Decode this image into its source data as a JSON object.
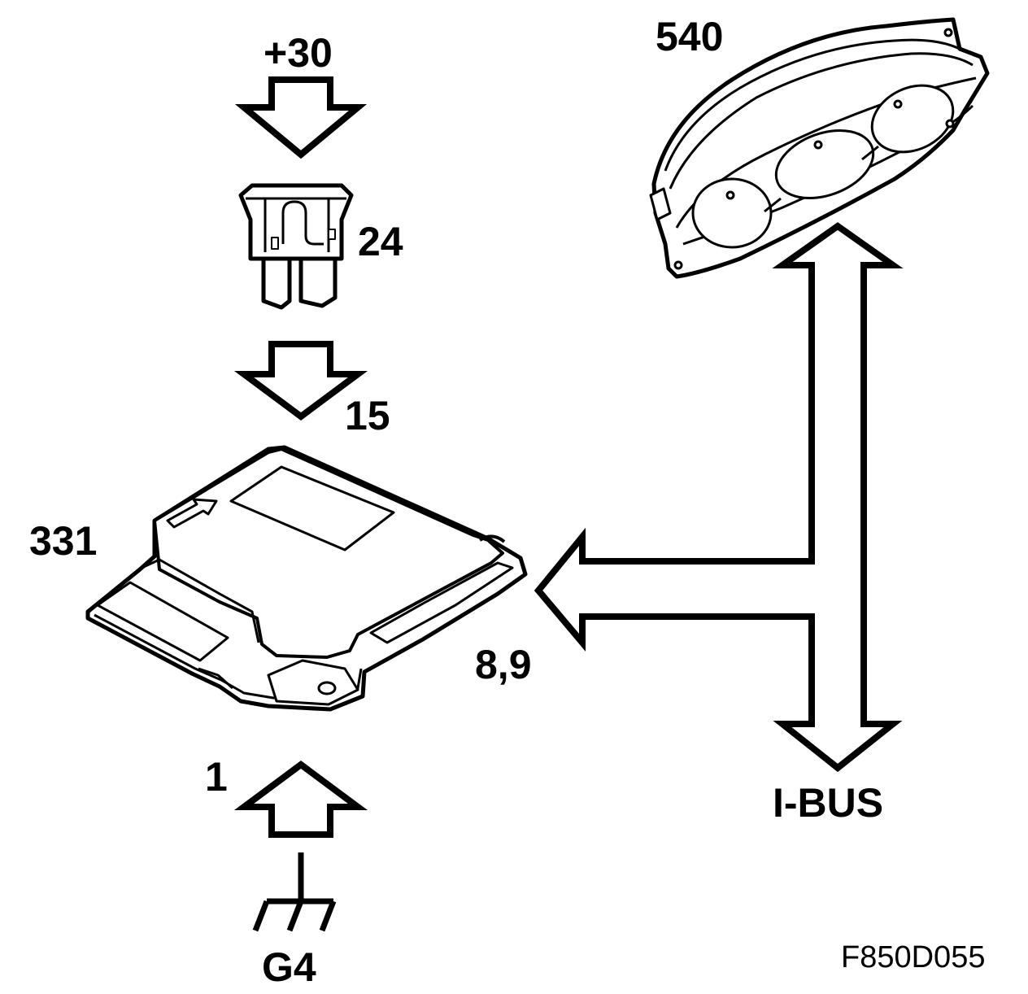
{
  "labels": {
    "supply": "+30",
    "fuse": "24",
    "fuse_output": "15",
    "control_module": "331",
    "bus_pins": "8,9",
    "ground_pin": "1",
    "ground_point": "G4",
    "instrument_cluster": "540",
    "bus": "I-BUS"
  },
  "figure_code": "F850D055",
  "components": {
    "fuse_icon": "blade-fuse-icon",
    "module_icon": "control-module-icon",
    "cluster_icon": "instrument-cluster-icon",
    "ground_icon": "ground-symbol-icon"
  }
}
